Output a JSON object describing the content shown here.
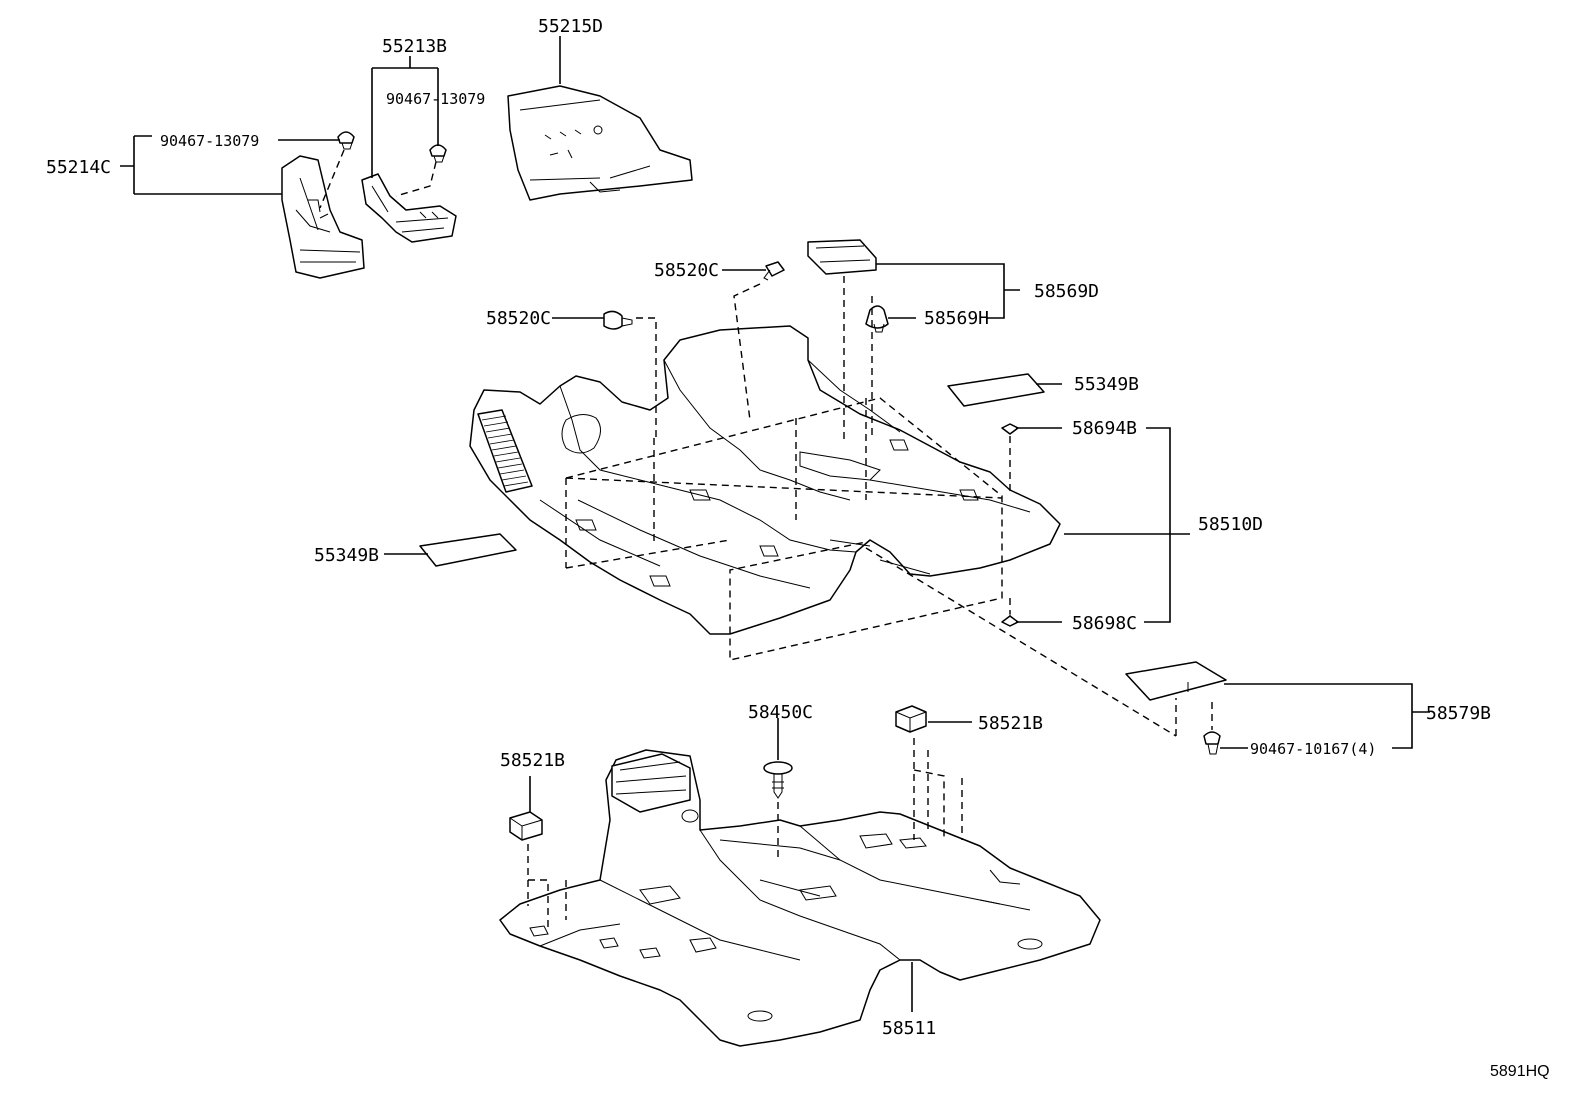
{
  "labels": {
    "p55215D": "55215D",
    "p55213B": "55213B",
    "p90467_13079_a": "90467-13079",
    "p90467_13079_b": "90467-13079",
    "p55214C": "55214C",
    "p58520C_a": "58520C",
    "p58520C_b": "58520C",
    "p58569D": "58569D",
    "p58569H": "58569H",
    "p55349B_a": "55349B",
    "p55349B_b": "55349B",
    "p58694B": "58694B",
    "p58510D": "58510D",
    "p58698C": "58698C",
    "p58579B": "58579B",
    "p90467_10167": "90467-10167(4)",
    "p58450C": "58450C",
    "p58521B_a": "58521B",
    "p58521B_b": "58521B",
    "p58511": "58511"
  },
  "reference_code": "5891HQ"
}
